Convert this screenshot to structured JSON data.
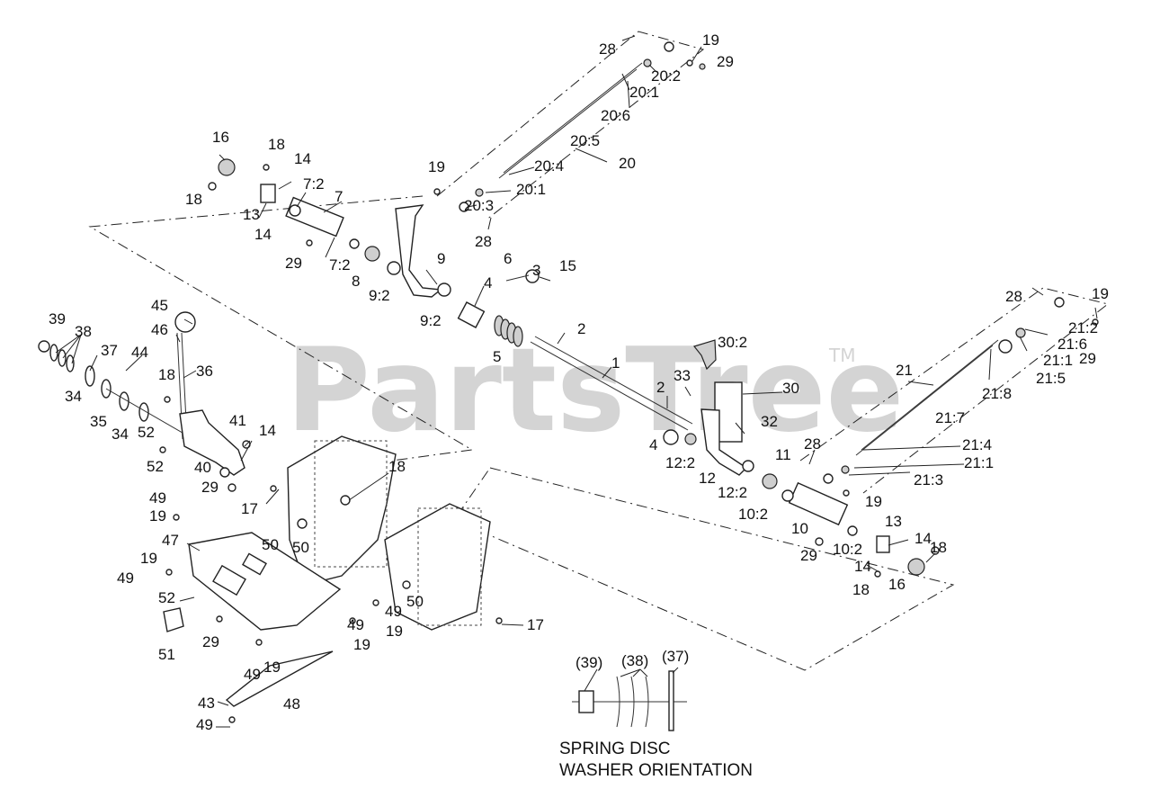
{
  "watermark": {
    "text": "PartsTree",
    "trademark": "TM"
  },
  "orientation_note": {
    "part_refs": [
      "(39)",
      "(38)",
      "(37)"
    ],
    "caption_line1": "SPRING DISC",
    "caption_line2": "WASHER ORIENTATION"
  },
  "callouts": [
    {
      "text": "28"
    },
    {
      "text": "19"
    },
    {
      "text": "29"
    },
    {
      "text": "20:2"
    },
    {
      "text": "20:1"
    },
    {
      "text": "20:6"
    },
    {
      "text": "20:5"
    },
    {
      "text": "20"
    },
    {
      "text": "20:4"
    },
    {
      "text": "20:1"
    },
    {
      "text": "20:3"
    },
    {
      "text": "28"
    },
    {
      "text": "19"
    },
    {
      "text": "16"
    },
    {
      "text": "18"
    },
    {
      "text": "14"
    },
    {
      "text": "18"
    },
    {
      "text": "13"
    },
    {
      "text": "14"
    },
    {
      "text": "7:2"
    },
    {
      "text": "7"
    },
    {
      "text": "29"
    },
    {
      "text": "7:2"
    },
    {
      "text": "8"
    },
    {
      "text": "9:2"
    },
    {
      "text": "9"
    },
    {
      "text": "9:2"
    },
    {
      "text": "4"
    },
    {
      "text": "6"
    },
    {
      "text": "3"
    },
    {
      "text": "15"
    },
    {
      "text": "5"
    },
    {
      "text": "2"
    },
    {
      "text": "1"
    },
    {
      "text": "2"
    },
    {
      "text": "33"
    },
    {
      "text": "30:2"
    },
    {
      "text": "30"
    },
    {
      "text": "32"
    },
    {
      "text": "4"
    },
    {
      "text": "12:2"
    },
    {
      "text": "12"
    },
    {
      "text": "12:2"
    },
    {
      "text": "11"
    },
    {
      "text": "10:2"
    },
    {
      "text": "10"
    },
    {
      "text": "29"
    },
    {
      "text": "10:2"
    },
    {
      "text": "13"
    },
    {
      "text": "14"
    },
    {
      "text": "14"
    },
    {
      "text": "18"
    },
    {
      "text": "18"
    },
    {
      "text": "16"
    },
    {
      "text": "28"
    },
    {
      "text": "19"
    },
    {
      "text": "21:2"
    },
    {
      "text": "21:6"
    },
    {
      "text": "21:1"
    },
    {
      "text": "21:5"
    },
    {
      "text": "29"
    },
    {
      "text": "21"
    },
    {
      "text": "21:8"
    },
    {
      "text": "21:7"
    },
    {
      "text": "28"
    },
    {
      "text": "21:4"
    },
    {
      "text": "21:1"
    },
    {
      "text": "21:3"
    },
    {
      "text": "19"
    },
    {
      "text": "45"
    },
    {
      "text": "46"
    },
    {
      "text": "39"
    },
    {
      "text": "38"
    },
    {
      "text": "37"
    },
    {
      "text": "44"
    },
    {
      "text": "36"
    },
    {
      "text": "18"
    },
    {
      "text": "34"
    },
    {
      "text": "35"
    },
    {
      "text": "34"
    },
    {
      "text": "52"
    },
    {
      "text": "41"
    },
    {
      "text": "14"
    },
    {
      "text": "52"
    },
    {
      "text": "40"
    },
    {
      "text": "29"
    },
    {
      "text": "17"
    },
    {
      "text": "18"
    },
    {
      "text": "49"
    },
    {
      "text": "19"
    },
    {
      "text": "47"
    },
    {
      "text": "50"
    },
    {
      "text": "50"
    },
    {
      "text": "19"
    },
    {
      "text": "49"
    },
    {
      "text": "52"
    },
    {
      "text": "49"
    },
    {
      "text": "50"
    },
    {
      "text": "49"
    },
    {
      "text": "19"
    },
    {
      "text": "19"
    },
    {
      "text": "17"
    },
    {
      "text": "29"
    },
    {
      "text": "51"
    },
    {
      "text": "49"
    },
    {
      "text": "19"
    },
    {
      "text": "48"
    },
    {
      "text": "43"
    },
    {
      "text": "49"
    }
  ]
}
